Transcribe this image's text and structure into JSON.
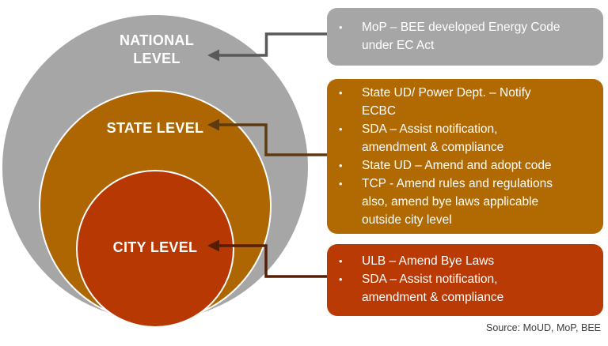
{
  "diagram": {
    "levels": [
      {
        "name": "national",
        "label": "NATIONAL LEVEL",
        "circle_color": "#a6a6a6"
      },
      {
        "name": "state",
        "label": "STATE LEVEL",
        "circle_color": "#ae6602"
      },
      {
        "name": "city",
        "label": "CITY LEVEL",
        "circle_color": "#b73803"
      }
    ]
  },
  "callouts": [
    {
      "level": "national",
      "box_color": "#a6a6a6",
      "arrow_color": "#595959",
      "items": [
        "MoP – BEE developed Energy Code under EC Act"
      ]
    },
    {
      "level": "state",
      "box_color": "#b16a02",
      "arrow_color": "#5e3a0e",
      "items": [
        "State UD/ Power Dept. – Notify ECBC",
        "SDA – Assist notification, amendment & compliance",
        "State UD – Amend and adopt code",
        "TCP  - Amend rules and regulations also, amend bye laws applicable outside city level"
      ]
    },
    {
      "level": "city",
      "box_color": "#ba3a06",
      "arrow_color": "#551e05",
      "items": [
        "ULB – Amend Bye Laws",
        "SDA – Assist notification, amendment & compliance"
      ]
    }
  ],
  "bullet_icon": "•",
  "source_note": "Source: MoUD, MoP, BEE"
}
